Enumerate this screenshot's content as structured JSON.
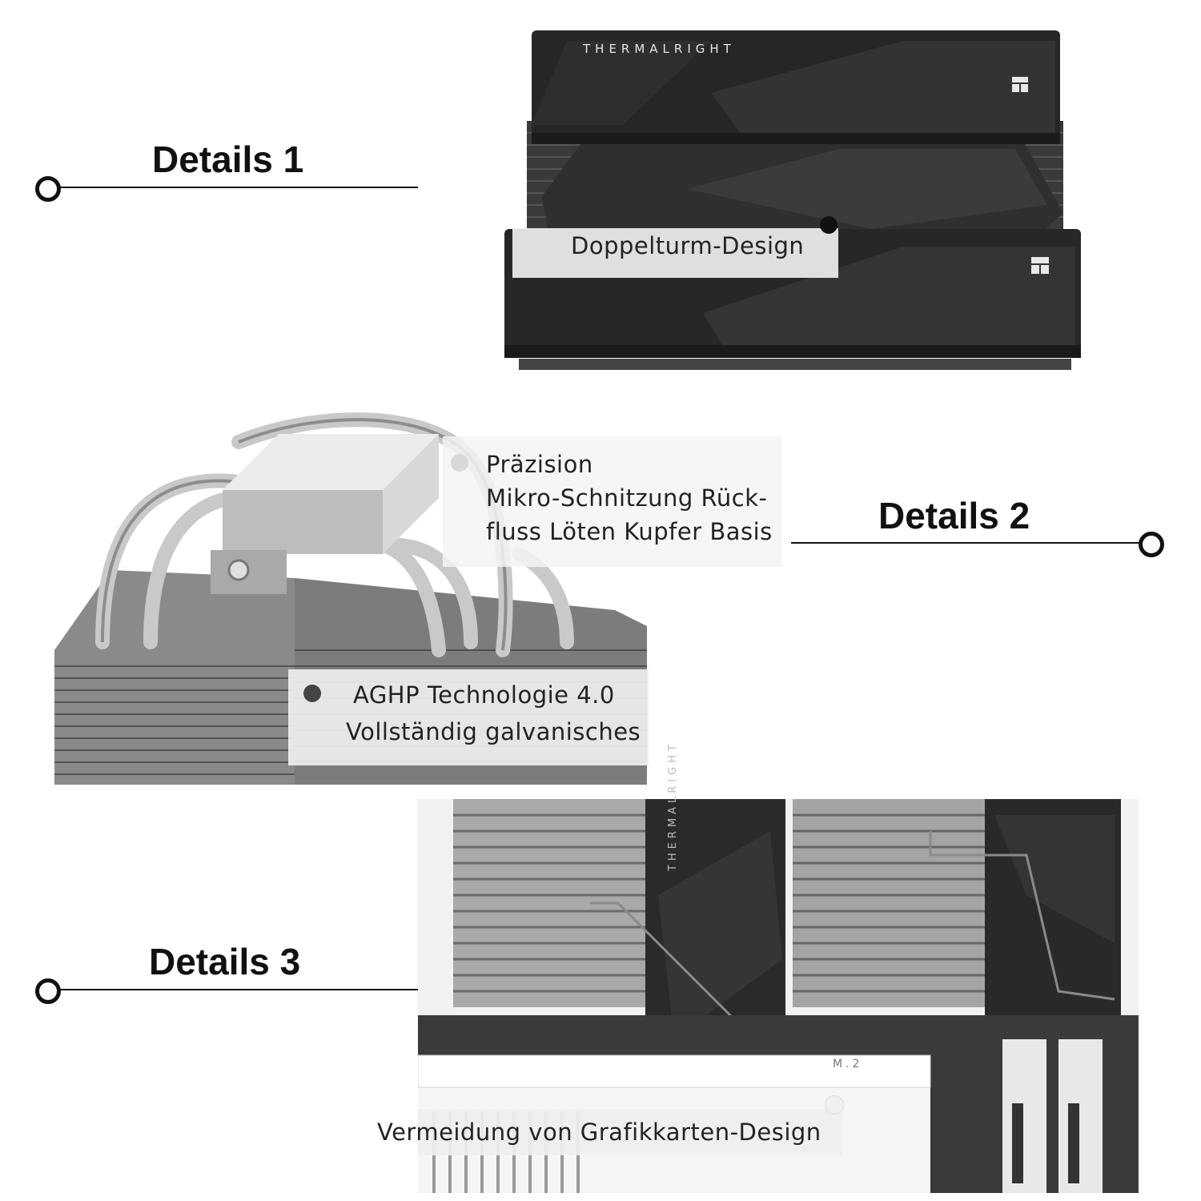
{
  "sections": {
    "details1": {
      "heading": "Details 1",
      "caption": "Doppelturm-Design",
      "brand_text": "THERMALRIGHT"
    },
    "details2": {
      "heading": "Details 2",
      "caption_top_lines": [
        "Präzision",
        "Mikro-Schnitzung Rück-",
        "fluss Löten Kupfer Basis"
      ],
      "caption_bottom_lines": [
        "AGHP Technologie 4.0",
        "Vollständig galvanisches"
      ]
    },
    "details3": {
      "heading": "Details 3",
      "caption": "Vermeidung von Grafikkarten-Design",
      "brand_text": "THERMALRIGHT",
      "slot_label": "M.2"
    }
  },
  "colors": {
    "heading": "#111111",
    "fan_shroud": "#2b2b2b",
    "heatsink_metal": "#b8b8b8",
    "caption_bg": "#eeeeee"
  },
  "icons": [
    "ring-connector-icon",
    "bullet-dot-icon",
    "thermalright-logo-icon"
  ]
}
